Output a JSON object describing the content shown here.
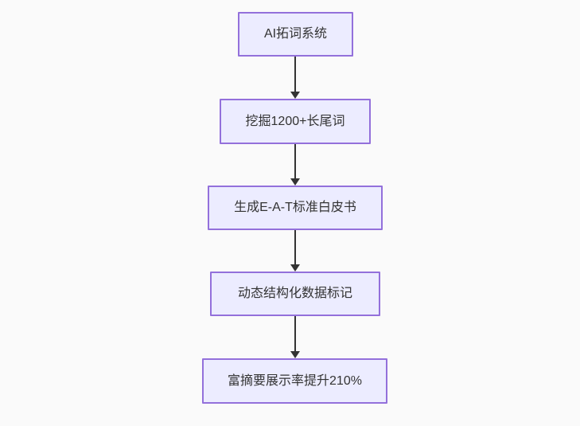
{
  "diagram": {
    "type": "flowchart",
    "direction": "top-down",
    "nodes": [
      {
        "id": "n1",
        "label": "AI拓词系统"
      },
      {
        "id": "n2",
        "label": "挖掘1200+长尾词"
      },
      {
        "id": "n3",
        "label": "生成E-A-T标准白皮书"
      },
      {
        "id": "n4",
        "label": "动态结构化数据标记"
      },
      {
        "id": "n5",
        "label": "富摘要展示率提升210%"
      }
    ],
    "edges": [
      {
        "from": "n1",
        "to": "n2",
        "label": ""
      },
      {
        "from": "n2",
        "to": "n3",
        "label": ""
      },
      {
        "from": "n3",
        "to": "n4",
        "label": ""
      },
      {
        "from": "n4",
        "to": "n5",
        "label": ""
      }
    ],
    "colors": {
      "background": "#FAFAFA",
      "node_fill": "#ECECFF",
      "node_border": "#9370DB",
      "node_text": "#333333",
      "arrow": "#333333"
    }
  }
}
